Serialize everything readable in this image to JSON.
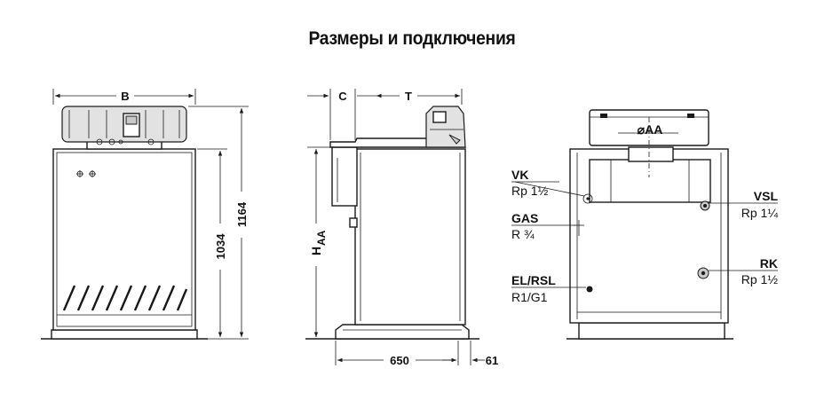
{
  "title": "Размеры и подключения",
  "front_view": {
    "width_label": "B",
    "height_body_label": "1034",
    "height_total_label": "1164"
  },
  "side_view": {
    "c_label": "C",
    "t_label": "T",
    "haa_label": "H",
    "haa_sub": "AA",
    "depth_label": "650",
    "offset_label": "61"
  },
  "rear_view": {
    "flue_label": "⌀AA",
    "connections": [
      {
        "name": "VK",
        "size": "Rp 1½"
      },
      {
        "name": "GAS",
        "size": "R ¾"
      },
      {
        "name": "EL/RSL",
        "size": "R1/G1"
      },
      {
        "name": "VSL",
        "size": "Rp 1¼"
      },
      {
        "name": "RK",
        "size": "Rp 1½"
      }
    ]
  }
}
